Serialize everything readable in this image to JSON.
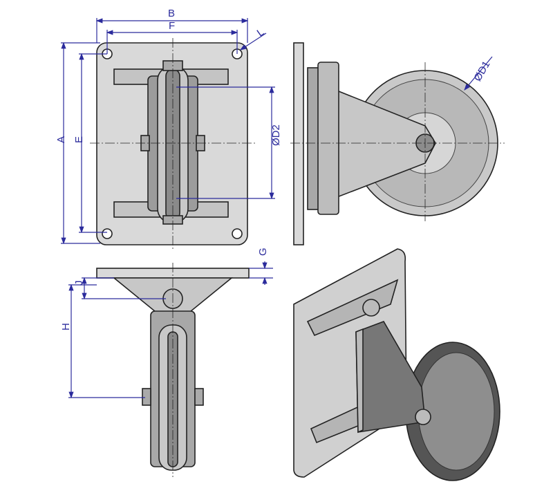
{
  "title": "Fixed castor with V-groove wheel – dimension drawing",
  "dimensions": {
    "B": "B",
    "F": "F",
    "L": "L",
    "A": "A",
    "E": "E",
    "D2": "ØD2",
    "D1": "ØD1",
    "G": "G",
    "J": "J",
    "H": "H"
  },
  "colors": {
    "dimension": "#2b2b9c",
    "plate": "#d9d9d9",
    "wheel": "#b8b8b8",
    "iso_dark": "#6e6e6e"
  }
}
